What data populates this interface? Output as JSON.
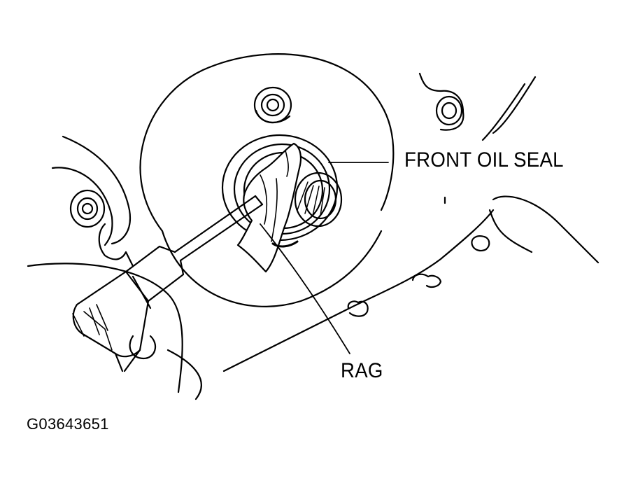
{
  "labels": {
    "front_oil_seal": "FRONT OIL SEAL",
    "rag": "RAG"
  },
  "figure_code": "G03643651",
  "colors": {
    "ink": "#000000",
    "paper": "#ffffff"
  }
}
